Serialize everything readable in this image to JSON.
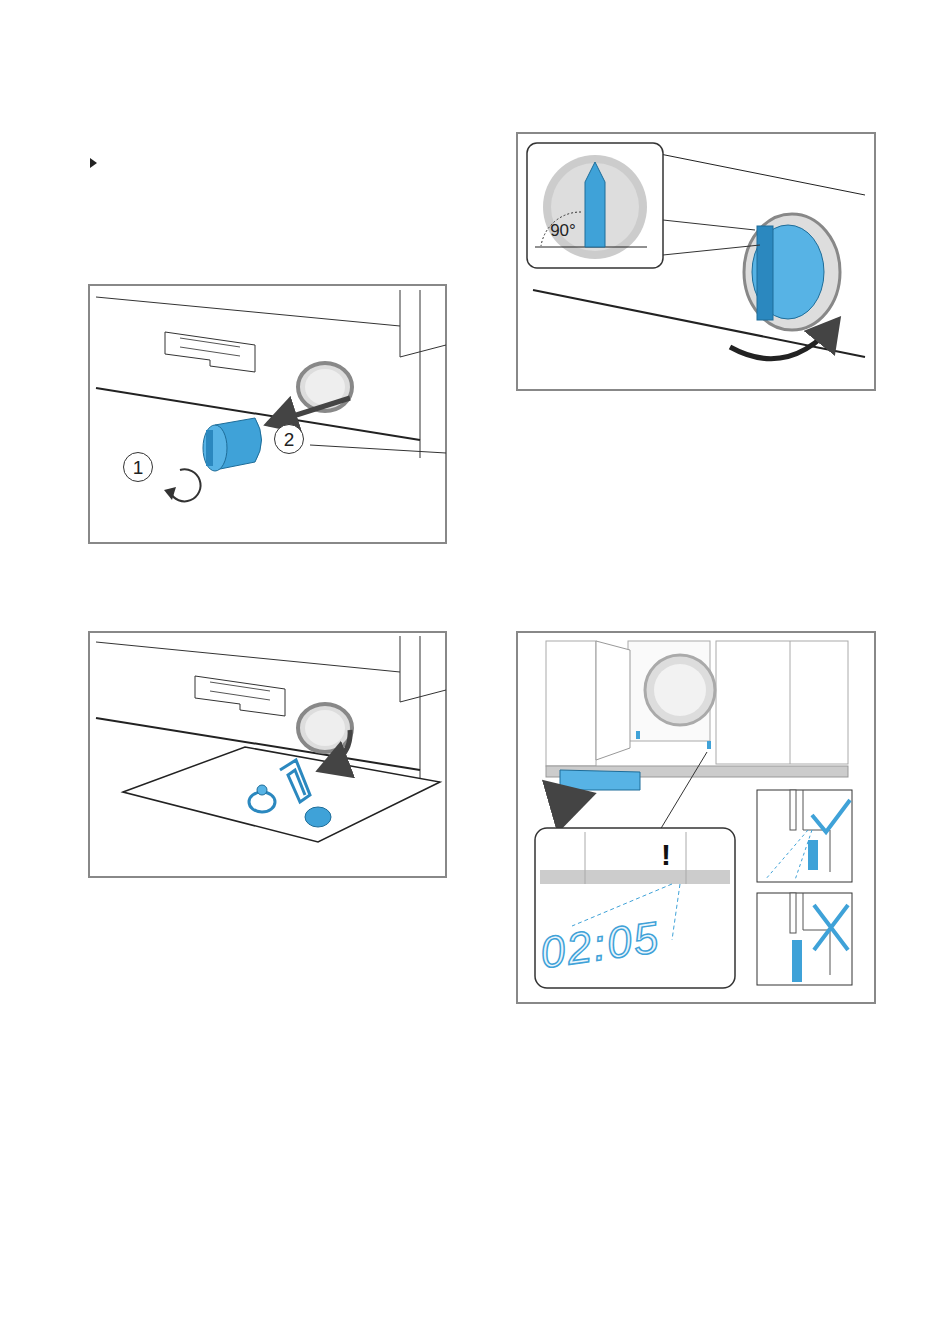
{
  "diagram": {
    "nodes": [
      {
        "text": [
          "1"
        ]
      },
      {
        "text": [
          "2"
        ]
      }
    ],
    "labels": [
      "90°",
      "!",
      "02:05"
    ]
  }
}
